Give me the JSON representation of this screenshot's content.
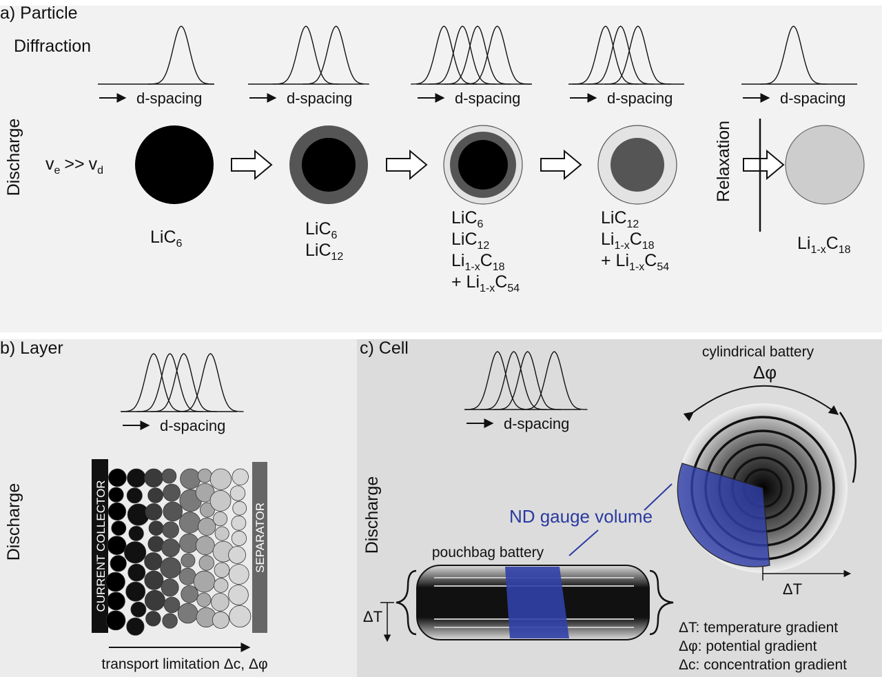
{
  "panel_a": {
    "label": "a) Particle",
    "diffraction_label": "Diffraction",
    "side_label": "Discharge",
    "relaxation_label": "Relaxation",
    "xaxis_label": "d-spacing",
    "rate": {
      "v1": "v",
      "s1": "e",
      "op": ">>",
      "v2": "v",
      "s2": "d"
    },
    "stages": [
      {
        "name": "stage-1",
        "peaks": [
          0.72
        ],
        "phases": [
          [
            {
              "t": "LiC"
            },
            {
              "t": "6",
              "sub": true
            }
          ]
        ]
      },
      {
        "name": "stage-2",
        "peaks": [
          0.5,
          0.76
        ],
        "phases": [
          [
            {
              "t": "LiC"
            },
            {
              "t": "6",
              "sub": true
            }
          ],
          [
            {
              "t": "LiC"
            },
            {
              "t": "12",
              "sub": true
            }
          ]
        ]
      },
      {
        "name": "stage-3",
        "peaks": [
          0.24,
          0.4,
          0.53,
          0.7
        ],
        "phases": [
          [
            {
              "t": "LiC"
            },
            {
              "t": "6",
              "sub": true
            }
          ],
          [
            {
              "t": "LiC"
            },
            {
              "t": "12",
              "sub": true
            }
          ],
          [
            {
              "t": "Li"
            },
            {
              "t": "1-x",
              "sub": true
            },
            {
              "t": "C"
            },
            {
              "t": "18",
              "sub": true
            }
          ],
          [
            {
              "t": "+ Li"
            },
            {
              "t": "1-x",
              "sub": true
            },
            {
              "t": "C"
            },
            {
              "t": "54",
              "sub": true
            }
          ]
        ]
      },
      {
        "name": "stage-4",
        "peaks": [
          0.32,
          0.45,
          0.6
        ],
        "phases": [
          [
            {
              "t": "LiC"
            },
            {
              "t": "12",
              "sub": true
            }
          ],
          [
            {
              "t": "Li"
            },
            {
              "t": "1-x",
              "sub": true
            },
            {
              "t": "C"
            },
            {
              "t": "18",
              "sub": true
            }
          ],
          [
            {
              "t": "+ Li"
            },
            {
              "t": "1-x",
              "sub": true
            },
            {
              "t": "C"
            },
            {
              "t": "54",
              "sub": true
            }
          ]
        ]
      },
      {
        "name": "relaxed",
        "peaks": [
          0.45
        ],
        "phases": [
          [
            {
              "t": "Li"
            },
            {
              "t": "1-x",
              "sub": true
            },
            {
              "t": "C"
            },
            {
              "t": "18",
              "sub": true
            }
          ]
        ]
      }
    ],
    "colors": {
      "black": "#000000",
      "dark_gray": "#555555",
      "light_gray": "#e3e3e3",
      "relaxed_gray": "#cdcdcd",
      "panel_bg": "#f2f2f2"
    }
  },
  "panel_b": {
    "label": "b) Layer",
    "side_label": "Discharge",
    "xaxis_label": "d-spacing",
    "peaks": [
      0.28,
      0.42,
      0.54,
      0.77
    ],
    "collector_label": "CURRENT COLLECTOR",
    "separator_label": "SEPARATOR",
    "transport_label": "transport limitation Δc, Δφ",
    "colors": {
      "panel_bg": "#ececec",
      "collector": "#111111",
      "separator": "#666666"
    }
  },
  "panel_c": {
    "label": "c) Cell",
    "side_label": "Discharge",
    "xaxis_label": "d-spacing",
    "peaks": [
      0.28,
      0.42,
      0.54,
      0.77
    ],
    "cylindrical_label": "cylindrical battery",
    "delta_phi": "Δφ",
    "delta_t": "ΔT",
    "pouch_label": "pouchbag battery",
    "nd_label": "ND gauge volume",
    "legend": [
      "ΔT: temperature gradient",
      "Δφ: potential gradient",
      "Δc: concentration gradient"
    ],
    "colors": {
      "panel_bg": "#dcdcdc",
      "nd_blue": "#3140a8",
      "nd_text": "#2a3aa0"
    }
  }
}
